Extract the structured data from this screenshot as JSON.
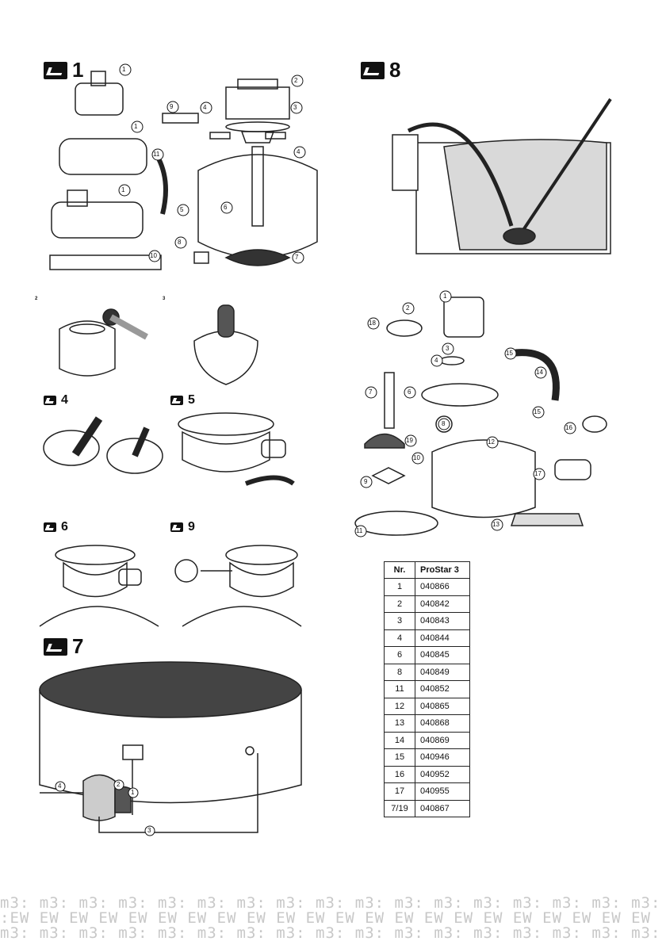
{
  "figures": {
    "fig1": "1",
    "fig2": "2",
    "fig3": "3",
    "fig4": "4",
    "fig5": "5",
    "fig6": "6",
    "fig7": "7",
    "fig8": "8",
    "fig9": "9"
  },
  "callouts_fig1": [
    "1",
    "1",
    "1",
    "2",
    "3",
    "4",
    "4",
    "5",
    "6",
    "7",
    "8",
    "9",
    "10",
    "11"
  ],
  "callouts_fig8": [
    "1",
    "2",
    "3",
    "4",
    "6",
    "7",
    "8",
    "9",
    "10",
    "11",
    "12",
    "13",
    "14",
    "15",
    "15",
    "16",
    "17",
    "18",
    "19"
  ],
  "callouts_fig7": [
    "1",
    "2",
    "3",
    "4"
  ],
  "table": {
    "col_nr": "Nr.",
    "col_model": "ProStar 3",
    "rows": [
      [
        "1",
        "040866"
      ],
      [
        "2",
        "040842"
      ],
      [
        "3",
        "040843"
      ],
      [
        "4",
        "040844"
      ],
      [
        "6",
        "040845"
      ],
      [
        "8",
        "040849"
      ],
      [
        "11",
        "040852"
      ],
      [
        "12",
        "040865"
      ],
      [
        "13",
        "040868"
      ],
      [
        "14",
        "040869"
      ],
      [
        "15",
        "040946"
      ],
      [
        "16",
        "040952"
      ],
      [
        "17",
        "040955"
      ],
      [
        "7/19",
        "040867"
      ]
    ]
  },
  "footer_pattern": [
    "m3:",
    "EW"
  ]
}
